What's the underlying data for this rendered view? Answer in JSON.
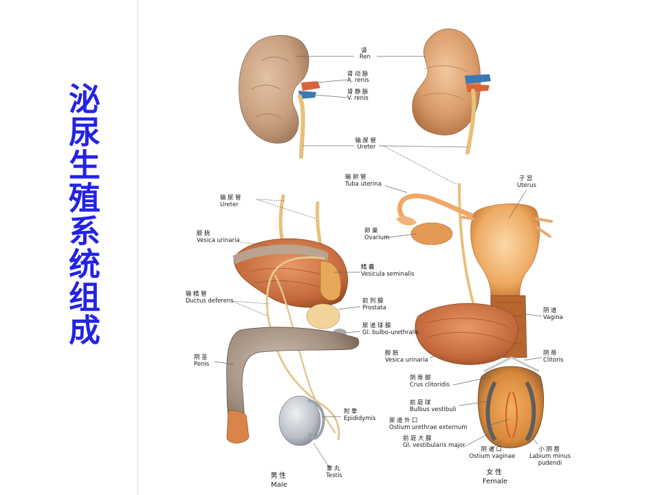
{
  "title": "泌尿生殖系统组成",
  "labels": {
    "ren_zh": "肾",
    "ren_en": "Ren",
    "arenis_zh": "肾动脉",
    "arenis_en": "A. renis",
    "vrenis_zh": "肾静脉",
    "vrenis_en": "V. renis",
    "ureter_top_zh": "输尿管",
    "ureter_top_en": "Ureter",
    "tuba_zh": "输卵管",
    "tuba_en": "Tuba uterina",
    "uterus_zh": "子宫",
    "uterus_en": "Uterus",
    "ureter_left_zh": "输尿管",
    "ureter_left_en": "Ureter",
    "ovarium_zh": "卵巢",
    "ovarium_en": "Ovarium",
    "vesica_m_zh": "膀胱",
    "vesica_m_en": "Vesica urinaria",
    "vesicula_zh": "精囊",
    "vesicula_en": "Vesicula seminalis",
    "ductus_zh": "输精管",
    "ductus_en": "Ductus deferens",
    "prostata_zh": "前列腺",
    "prostata_en": "Prostata",
    "vagina_zh": "阴道",
    "vagina_en": "Vagina",
    "bulbo_zh": "尿道球腺",
    "bulbo_en": "Gl. bulbo-urethralis",
    "penis_zh": "阴茎",
    "penis_en": "Penis",
    "vesica_f_zh": "膀胱",
    "vesica_f_en": "Vesica urinaria",
    "clitoris_zh": "阴蒂",
    "clitoris_en": "Clitoris",
    "crus_zh": "阴蒂脚",
    "crus_en": "Crus clitoridis",
    "bulbus_zh": "前庭球",
    "bulbus_en": "Bulbus vestibuli",
    "epid_zh": "附睾",
    "epid_en": "Epididymis",
    "ostium_u_zh": "尿道外口",
    "ostium_u_en": "Ostium urethrae externum",
    "glvest_zh": "前庭大腺",
    "glvest_en": "Gl. vestibularis major",
    "ostium_v_zh": "阴道口",
    "ostium_v_en": "Ostium vaginae",
    "labium_zh": "小阴唇",
    "labium_en1": "Labium minus",
    "labium_en2": "pudendi",
    "testis_zh": "睾丸",
    "testis_en": "Testis",
    "male_zh": "男性",
    "male_en": "Male",
    "female_zh": "女性",
    "female_en": "Female"
  },
  "colors": {
    "title": "#2323e6",
    "kidney": "#c9a07f",
    "organ_orange": "#e8a064",
    "organ_brown": "#b8662f",
    "vein_blue": "#3c78b4",
    "gray_tissue": "#9a9a9a"
  }
}
